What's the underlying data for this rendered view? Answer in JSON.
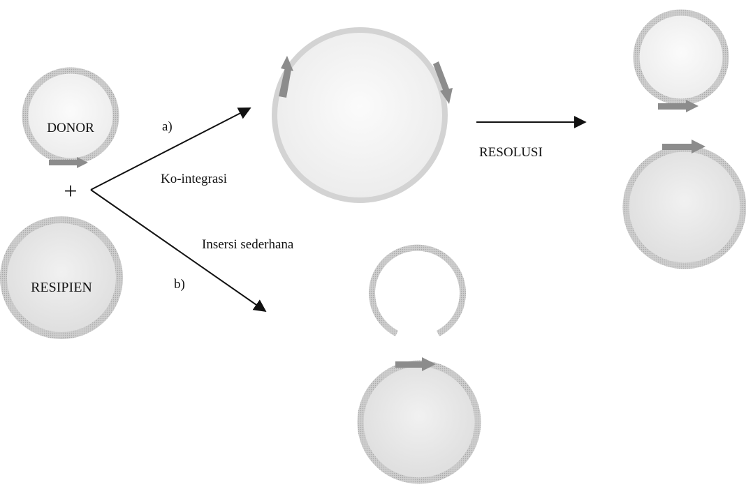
{
  "labels": {
    "donor": "DONOR",
    "recipient": "RESIPIEN",
    "plus": "+",
    "path_a": "a)",
    "path_b": "b)",
    "cointegration": "Ko-integrasi",
    "simple_insertion": "Insersi sederhana",
    "resolution": "RESOLUSI"
  },
  "colors": {
    "ring": "#bdbdbd",
    "ring_light": "#d8d8d8",
    "fill_light": "#f2f2f2",
    "fill_mid": "#e6e6e6",
    "transposon_arrow": "#8c8c8c",
    "line": "#111111"
  }
}
